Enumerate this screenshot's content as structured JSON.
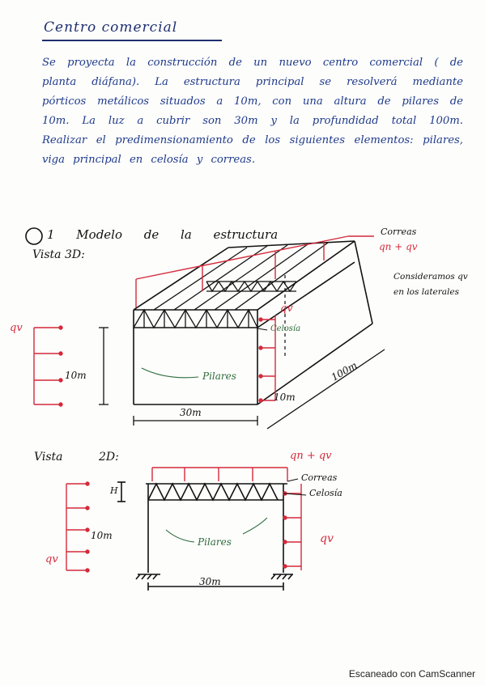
{
  "title": "Centro comercial",
  "statement": "Se proyecta la construcción de un nuevo centro comercial ( de planta diáfana). La estructura principal se resolverá mediante pórticos metálicos situados a 10m, con una altura de pilares de 10m. La luz a cubrir son 30m y la profundidad total 100m. Realizar el predimensionamiento de los siguientes elementos: pilares, viga principal en celosía y correas.",
  "section1": {
    "heading": "1 Modelo de la estructura",
    "view3d_label": "Vista 3D:",
    "labels": {
      "correas": "Correas",
      "load_top": "qn + qv",
      "consider": "Consideramos qv en los laterales",
      "qv_right": "qv",
      "qv_left": "qv",
      "celosia": "Celosía",
      "pilares": "Pilares",
      "height": "10m",
      "span_10": "10m",
      "depth_100": "100m",
      "width_30": "30m"
    }
  },
  "section2": {
    "view2d_label": "Vista 2D:",
    "labels": {
      "load_top": "qn + qv",
      "correas": "Correas",
      "celosia": "Celosía",
      "h": "H",
      "height": "10m",
      "pilares": "Pilares",
      "qv_right": "qv",
      "qv_left": "qv",
      "width": "30m"
    }
  },
  "footer": "Escaneado con CamScanner",
  "colors": {
    "ink_blue": "#1e3a8a",
    "ink_black": "#111111",
    "ink_red": "#d42a3a",
    "ink_green": "#2d6b3a"
  }
}
